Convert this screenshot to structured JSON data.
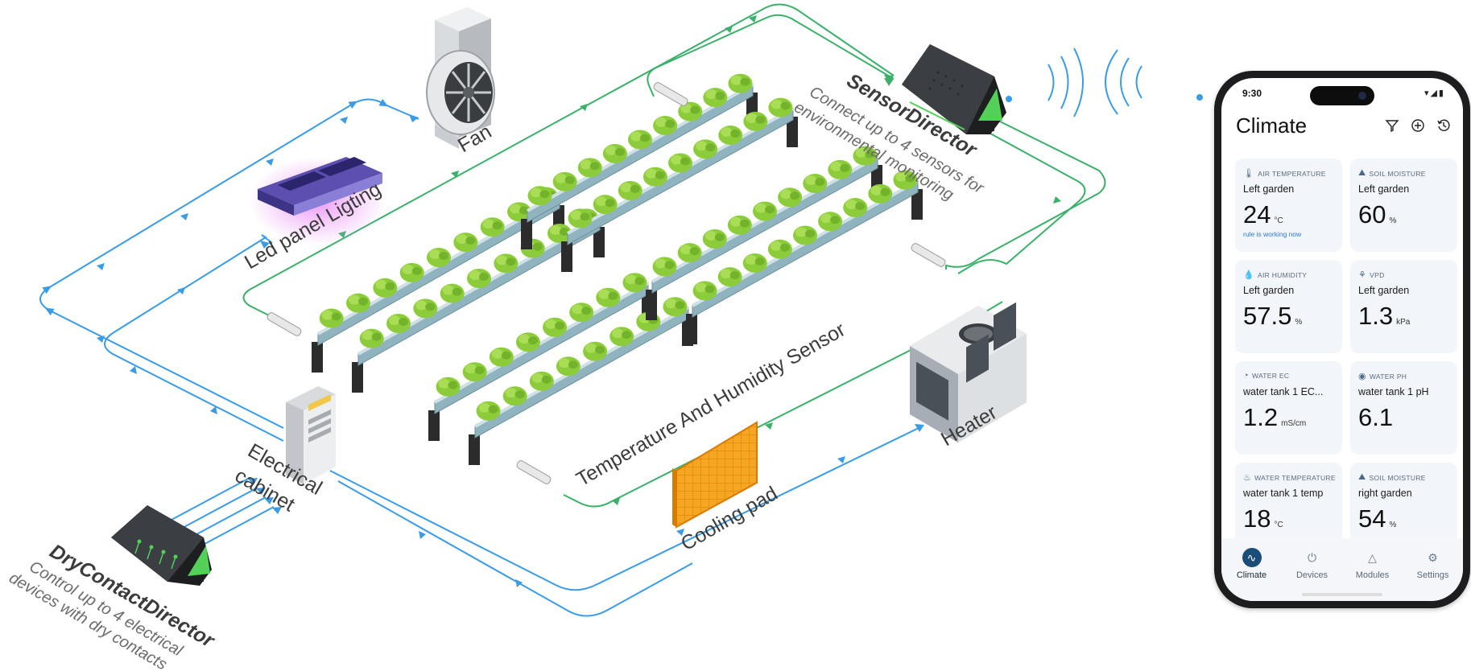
{
  "labels": {
    "fan": "Fan",
    "led": "Led panel Ligting",
    "sensor_director": "SensorDirector",
    "sensor_director_desc_1": "Connect up to 4 sensors for",
    "sensor_director_desc_2": "environmental monitoring",
    "temp_sensor": "Temperature And Humidity Sensor",
    "electrical_1": "Electrical",
    "electrical_2": "cabinet",
    "dry_contact": "DryContactDirector",
    "dry_contact_desc_1": "Control up to 4 electrical",
    "dry_contact_desc_2": "devices with dry contacts",
    "cooling": "Cooling pad",
    "heater": "Heater"
  },
  "colors": {
    "blue_line": "#3a9be6",
    "green_line": "#3bb06a",
    "lettuce": "#8ccc3a",
    "rail": "#8fb4bf",
    "cooling_pad": "#f5a623"
  },
  "phone": {
    "time": "9:30",
    "status_icons": "▾◢▮",
    "title": "Climate",
    "header_icons": [
      "filter-icon",
      "add-circle-icon",
      "history-icon"
    ],
    "cards": [
      {
        "type": "AIR TEMPERATURE",
        "icon": "thermometer-icon",
        "name": "Left garden",
        "value": "24",
        "unit": "°C",
        "note": "rule is working now"
      },
      {
        "type": "SOIL MOISTURE",
        "icon": "soil-icon",
        "name": "Left garden",
        "value": "60",
        "unit": "%",
        "note": ""
      },
      {
        "type": "AIR HUMIDITY",
        "icon": "humidity-icon",
        "name": "Left garden",
        "value": "57.5",
        "unit": "%",
        "note": ""
      },
      {
        "type": "VPD",
        "icon": "leaf-icon",
        "name": "Left garden",
        "value": "1.3",
        "unit": "kPa",
        "note": ""
      },
      {
        "type": "WATER EC",
        "icon": "water-ec-icon",
        "name": "water tank 1 EC...",
        "value": "1.2",
        "unit": "mS/cm",
        "note": ""
      },
      {
        "type": "WATER PH",
        "icon": "water-ph-icon",
        "name": "water tank 1 pH",
        "value": "6.1",
        "unit": "",
        "note": ""
      },
      {
        "type": "WATER TEMPERATURE",
        "icon": "water-temp-icon",
        "name": "water tank 1 temp",
        "value": "18",
        "unit": "°C",
        "note": ""
      },
      {
        "type": "SOIL MOISTURE",
        "icon": "soil-icon",
        "name": "right garden",
        "value": "54",
        "unit": "%",
        "note": ""
      }
    ],
    "tabs": [
      {
        "label": "Climate",
        "icon": "pulse-icon",
        "active": true
      },
      {
        "label": "Devices",
        "icon": "plug-icon",
        "active": false
      },
      {
        "label": "Modules",
        "icon": "modules-icon",
        "active": false
      },
      {
        "label": "Settings",
        "icon": "gear-icon",
        "active": false
      }
    ]
  }
}
